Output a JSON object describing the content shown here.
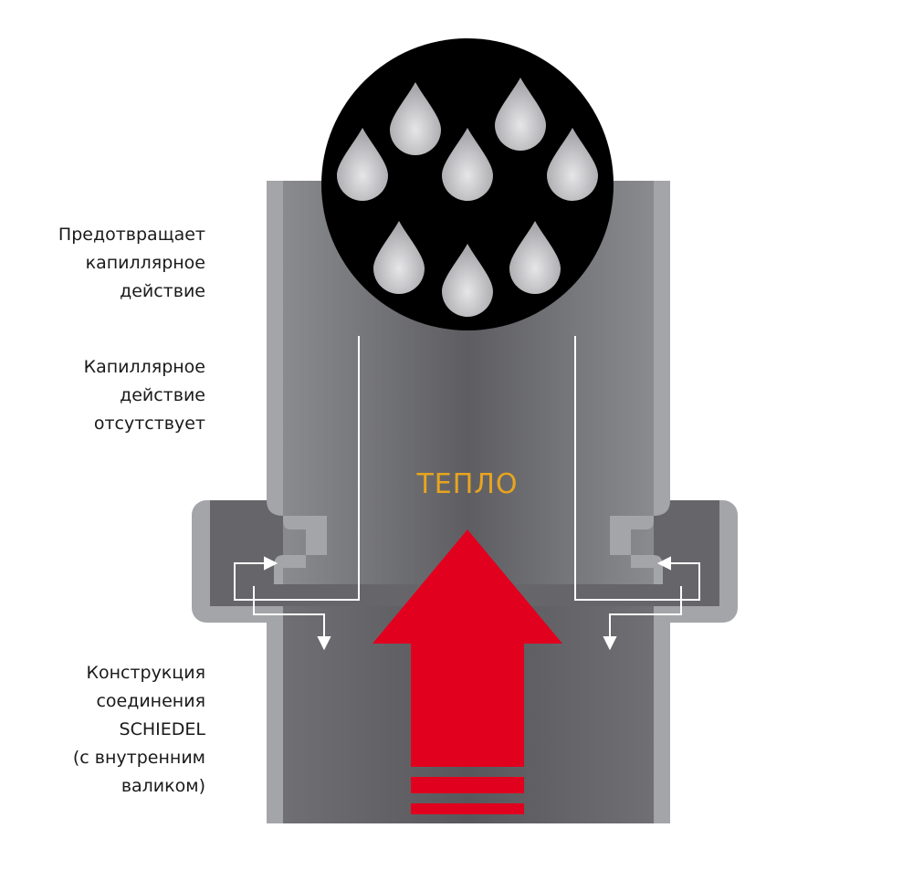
{
  "labels": {
    "prevents": "Предотвращает\nкапиллярное\nдействие",
    "no_capillary": "Капиллярное\nдействие\nотсутствует",
    "construction": "Конструкция\nсоединения\nSCHIEDEL\n(с внутренним\nваликом)"
  },
  "heat_label": "ТЕПЛО",
  "colors": {
    "pipe_wall": "#a4a5a8",
    "pipe_inner": "#6e6e72",
    "drop_circle": "#000000",
    "heat_arrow": "#e1001e",
    "heat_text": "#e8a41e"
  }
}
